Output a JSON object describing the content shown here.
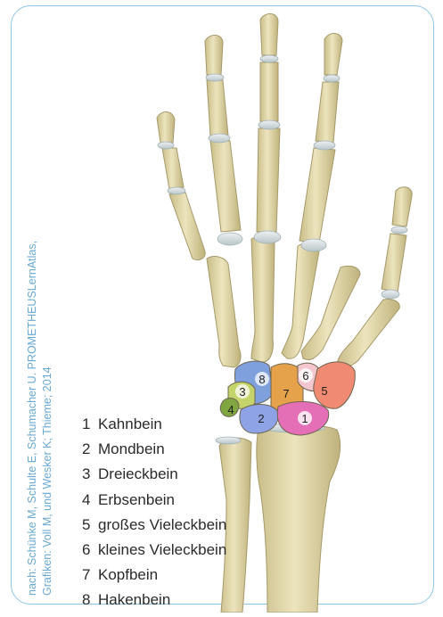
{
  "credit": {
    "line1": "nach: Schünke M, Schulte E, Schumacher U. PROMETHEUSLernAtlas,",
    "line2": "Grafiken: Voll M, und Wesker K; Thieme; 2014"
  },
  "bones": [
    {
      "num": "1",
      "name": "Kahnbein",
      "color": "#e46fb6"
    },
    {
      "num": "2",
      "name": "Mondbein",
      "color": "#8da3e6"
    },
    {
      "num": "3",
      "name": "Dreieckbein",
      "color": "#c5d46a"
    },
    {
      "num": "4",
      "name": "Erbsenbein",
      "color": "#7fa640"
    },
    {
      "num": "5",
      "name": "großes Vieleckbein",
      "color": "#f08a72"
    },
    {
      "num": "6",
      "name": "kleines Vieleckbein",
      "color": "#f4c6cf"
    },
    {
      "num": "7",
      "name": "Kopfbein",
      "color": "#e6a24a"
    },
    {
      "num": "8",
      "name": "Hakenbein",
      "color": "#7ea0dd"
    }
  ],
  "colors": {
    "frame": "#8fc6e6",
    "bone": "#ddd3a4",
    "bone_outline": "#a7996a",
    "credit_text": "#6aa9d2"
  }
}
